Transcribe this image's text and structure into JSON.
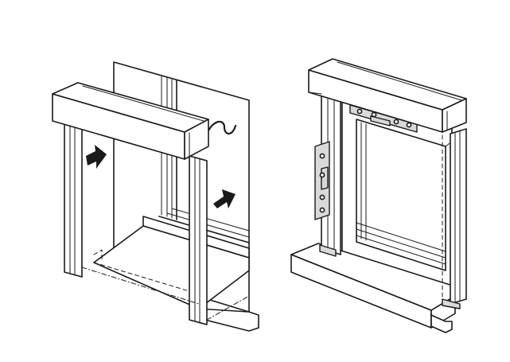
{
  "figure": {
    "panels": [
      {
        "id": "left",
        "subject": "box-housing-frame-being-inserted-into-window-opening"
      },
      {
        "id": "right",
        "subject": "assembled-frame-with-mounting-brackets"
      }
    ],
    "icons": [
      "insert-arrow-icon",
      "insert-arrow-icon",
      "break-line-icon",
      "mounting-bracket-icon",
      "mounting-bracket-icon"
    ],
    "colors": {
      "line": "#1a1a1a",
      "background": "#ffffff",
      "shade": "#d9d9d9"
    }
  }
}
